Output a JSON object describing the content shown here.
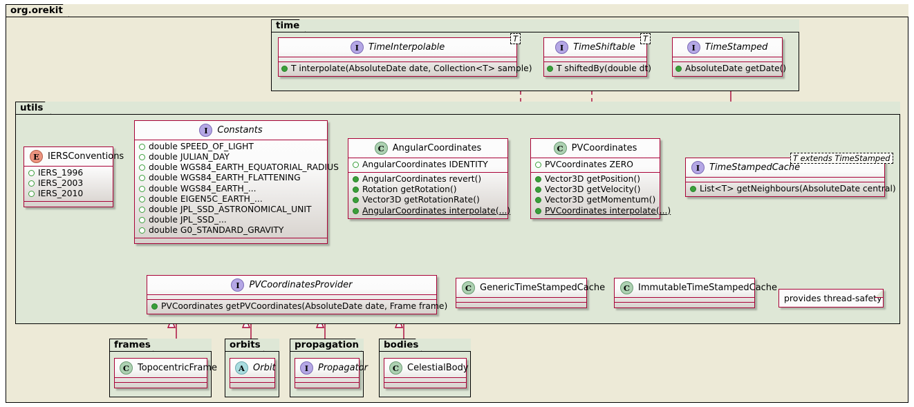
{
  "diagram": {
    "type": "uml-class-diagram",
    "accent_border": "#A80036",
    "outer_package_bg": "#EDEAD7",
    "inner_package_bg": "#DEE7D6"
  },
  "packages": {
    "root": {
      "label": "org.orekit"
    },
    "time": {
      "label": "time"
    },
    "utils": {
      "label": "utils"
    },
    "frames": {
      "label": "frames"
    },
    "orbits": {
      "label": "orbits"
    },
    "propagation": {
      "label": "propagation"
    },
    "bodies": {
      "label": "bodies"
    }
  },
  "classes": {
    "time_interpolable": {
      "stereotype": "I",
      "name": "TimeInterpolable",
      "generic": "T",
      "methods": [
        {
          "vis": "public",
          "text": "T interpolate(AbsoluteDate date, Collection<T> sample)",
          "static": false
        }
      ]
    },
    "time_shiftable": {
      "stereotype": "I",
      "name": "TimeShiftable",
      "generic": "T",
      "methods": [
        {
          "vis": "public",
          "text": "T shiftedBy(double dt)",
          "static": false
        }
      ]
    },
    "time_stamped": {
      "stereotype": "I",
      "name": "TimeStamped",
      "methods": [
        {
          "vis": "public",
          "text": "AbsoluteDate getDate()",
          "static": false
        }
      ]
    },
    "iers_conventions": {
      "stereotype": "E",
      "name": "IERSConventions",
      "values": [
        {
          "vis": "static-public",
          "text": "IERS_1996"
        },
        {
          "vis": "static-public",
          "text": "IERS_2003"
        },
        {
          "vis": "static-public",
          "text": "IERS_2010"
        }
      ]
    },
    "constants": {
      "stereotype": "I",
      "name": "Constants",
      "fields": [
        {
          "vis": "static-public",
          "text": "double SPEED_OF_LIGHT"
        },
        {
          "vis": "static-public",
          "text": "double JULIAN_DAY"
        },
        {
          "vis": "static-public",
          "text": "double WGS84_EARTH_EQUATORIAL_RADIUS"
        },
        {
          "vis": "static-public",
          "text": "double WGS84_EARTH_FLATTENING"
        },
        {
          "vis": "static-public",
          "text": "double WGS84_EARTH_..."
        },
        {
          "vis": "static-public",
          "text": "double EIGEN5C_EARTH_..."
        },
        {
          "vis": "static-public",
          "text": "double JPL_SSD_ASTRONOMICAL_UNIT"
        },
        {
          "vis": "static-public",
          "text": "double JPL_SSD_..."
        },
        {
          "vis": "static-public",
          "text": "double G0_STANDARD_GRAVITY"
        }
      ]
    },
    "angular_coordinates": {
      "stereotype": "C",
      "name": "AngularCoordinates",
      "fields": [
        {
          "vis": "static-public",
          "text": "AngularCoordinates IDENTITY"
        }
      ],
      "methods": [
        {
          "vis": "public",
          "text": "AngularCoordinates revert()",
          "static": false
        },
        {
          "vis": "public",
          "text": "Rotation getRotation()",
          "static": false
        },
        {
          "vis": "public",
          "text": "Vector3D getRotationRate()",
          "static": false
        },
        {
          "vis": "public",
          "text": "AngularCoordinates interpolate(...)",
          "static": true
        }
      ]
    },
    "pv_coordinates": {
      "stereotype": "C",
      "name": "PVCoordinates",
      "fields": [
        {
          "vis": "static-public",
          "text": "PVCoordinates ZERO"
        }
      ],
      "methods": [
        {
          "vis": "public",
          "text": "Vector3D getPosition()",
          "static": false
        },
        {
          "vis": "public",
          "text": "Vector3D getVelocity()",
          "static": false
        },
        {
          "vis": "public",
          "text": "Vector3D getMomentum()",
          "static": false
        },
        {
          "vis": "public",
          "text": "PVCoordinates interpolate(...)",
          "static": true
        }
      ]
    },
    "time_stamped_cache": {
      "stereotype": "I",
      "name": "TimeStampedCache",
      "generic": "T extends TimeStamped",
      "methods": [
        {
          "vis": "public",
          "text": "List<T> getNeighbours(AbsoluteDate central)",
          "static": false
        }
      ]
    },
    "pv_coordinates_provider": {
      "stereotype": "I",
      "name": "PVCoordinatesProvider",
      "methods": [
        {
          "vis": "public",
          "text": "PVCoordinates getPVCoordinates(AbsoluteDate date, Frame frame)",
          "static": false
        }
      ]
    },
    "generic_time_stamped_cache": {
      "stereotype": "C",
      "name": "GenericTimeStampedCache"
    },
    "immutable_time_stamped_cache": {
      "stereotype": "C",
      "name": "ImmutableTimeStampedCache"
    },
    "topocentric_frame": {
      "stereotype": "C",
      "name": "TopocentricFrame"
    },
    "orbit": {
      "stereotype": "A",
      "name": "Orbit"
    },
    "propagator": {
      "stereotype": "I",
      "name": "Propagator"
    },
    "celestial_body": {
      "stereotype": "C",
      "name": "CelestialBody"
    }
  },
  "notes": {
    "thread_safety": {
      "text": "provides thread-safety"
    }
  }
}
